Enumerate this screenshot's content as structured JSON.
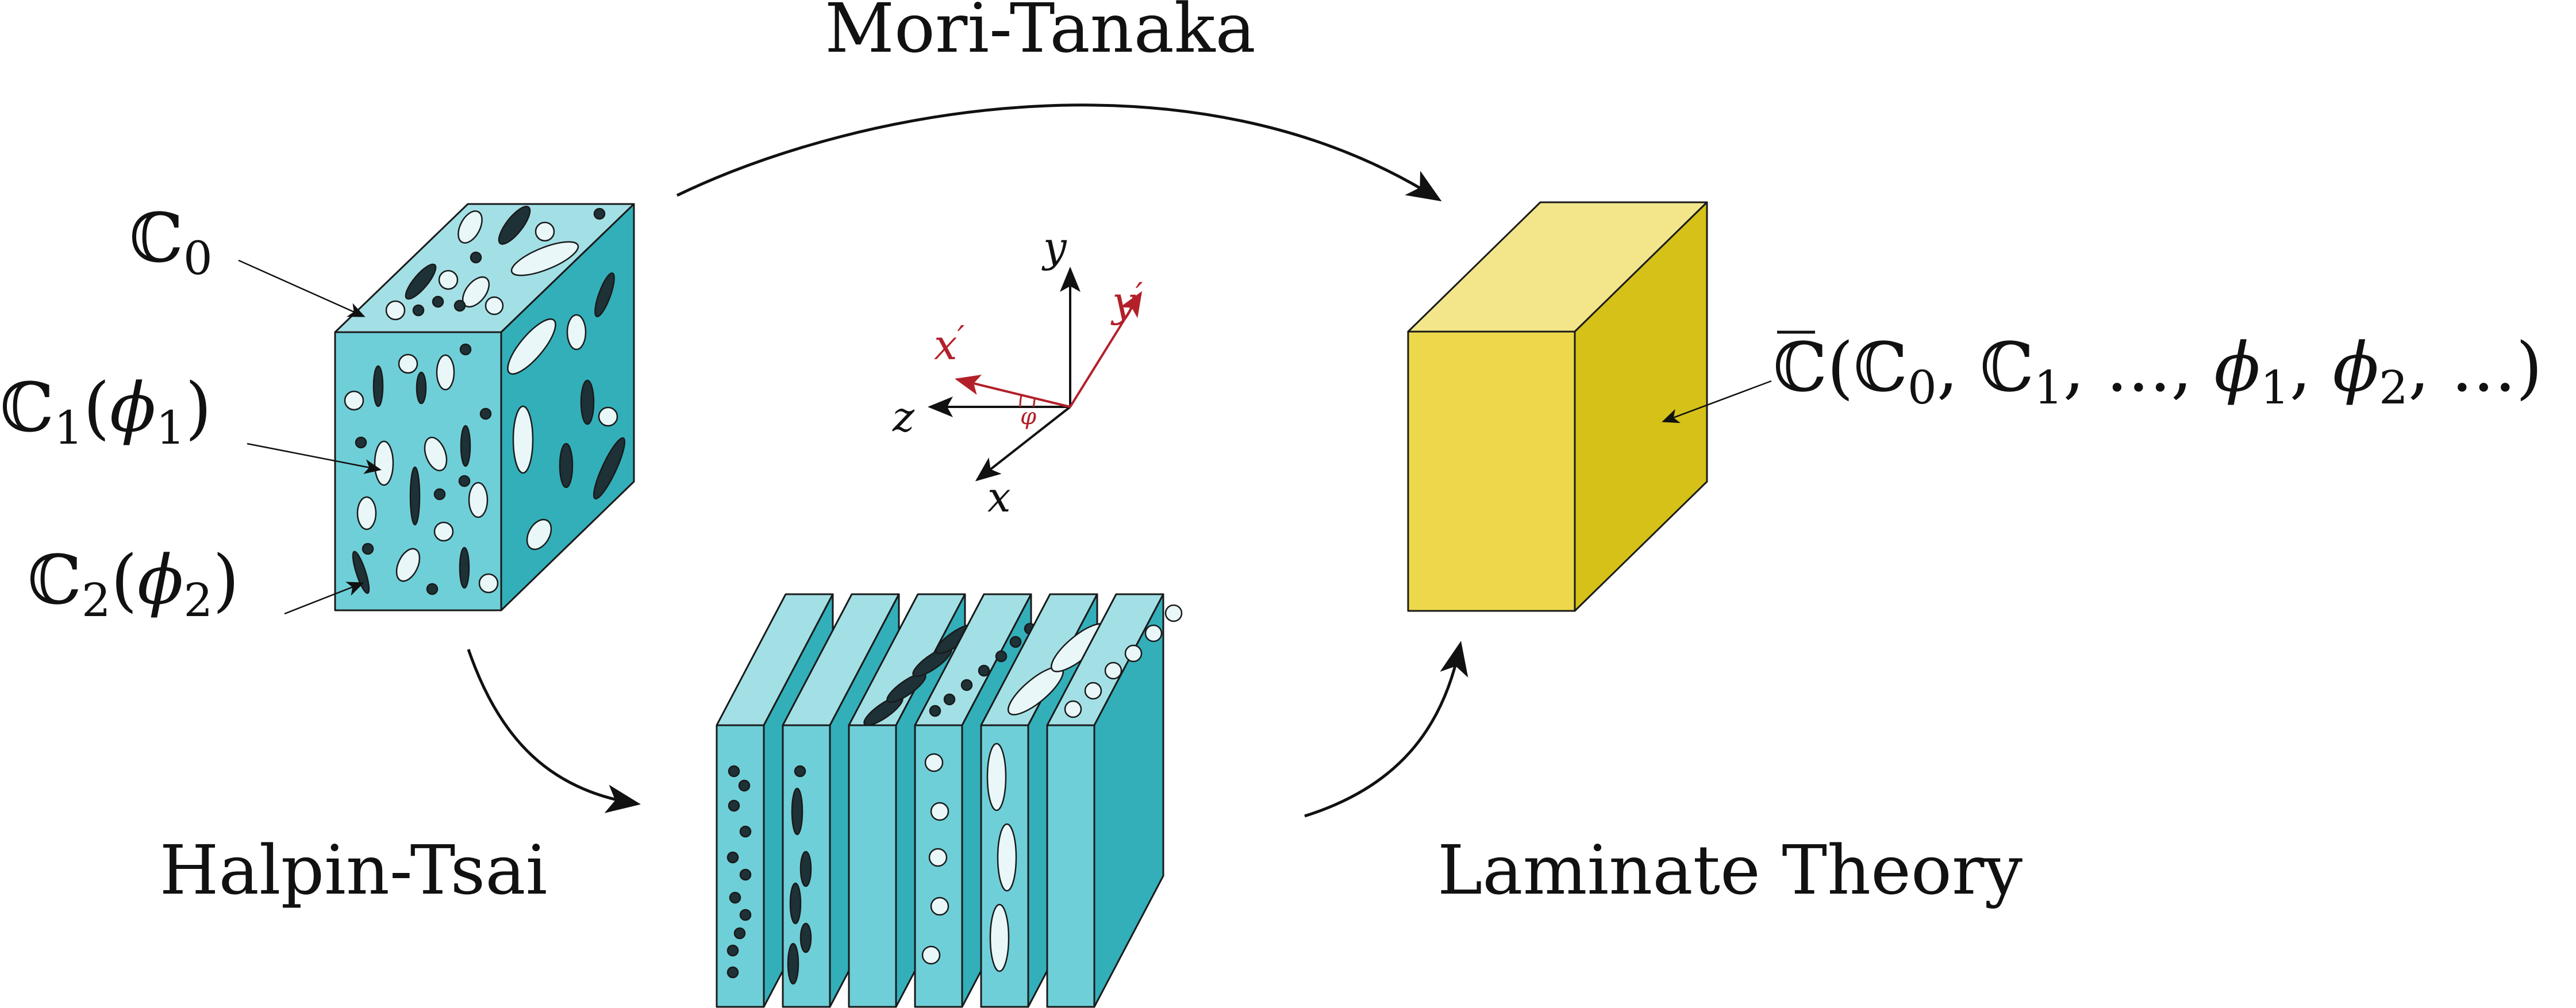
{
  "labels": {
    "mori_tanaka": "Mori-Tanaka",
    "halpin_tsai": "Halpin-Tsai",
    "laminate_theory": "Laminate Theory"
  },
  "phases": {
    "matrix": {
      "symbol": "ℂ",
      "sub": "0"
    },
    "phase1": {
      "symbol": "ℂ",
      "sub": "1",
      "arg_open": "(",
      "arg_var": "ϕ",
      "arg_sub": "1",
      "arg_close": ")"
    },
    "phase2": {
      "symbol": "ℂ",
      "sub": "2",
      "arg_open": "(",
      "arg_var": "ϕ",
      "arg_sub": "2",
      "arg_close": ")"
    }
  },
  "effective": {
    "symbol": "ℂ",
    "prefix": "(",
    "c0": "ℂ",
    "c0_sub": "0",
    "sep1": ", ",
    "c1": "ℂ",
    "c1_sub": "1",
    "mid": ", ..., ",
    "phi1": "ϕ",
    "phi1_sub": "1",
    "sep2": ", ",
    "phi2": "ϕ",
    "phi2_sub": "2",
    "suffix": ", ...)"
  },
  "axes": {
    "y": "y",
    "y_prime": "y",
    "y_prime_mark": "′",
    "x_prime": "x",
    "x_prime_mark": "′",
    "z": "z",
    "x": "x",
    "phi": "φ"
  },
  "colors": {
    "teal_front": "#6fcfd8",
    "teal_top": "#a3e0e6",
    "teal_side": "#33afba",
    "yellow_front": "#ecd84a",
    "yellow_top": "#f3e68a",
    "yellow_side": "#d5c118",
    "fiber_dark": "#1e3136",
    "fiber_light": "#e9f7f9",
    "rotated_axes": "#b3202a"
  }
}
